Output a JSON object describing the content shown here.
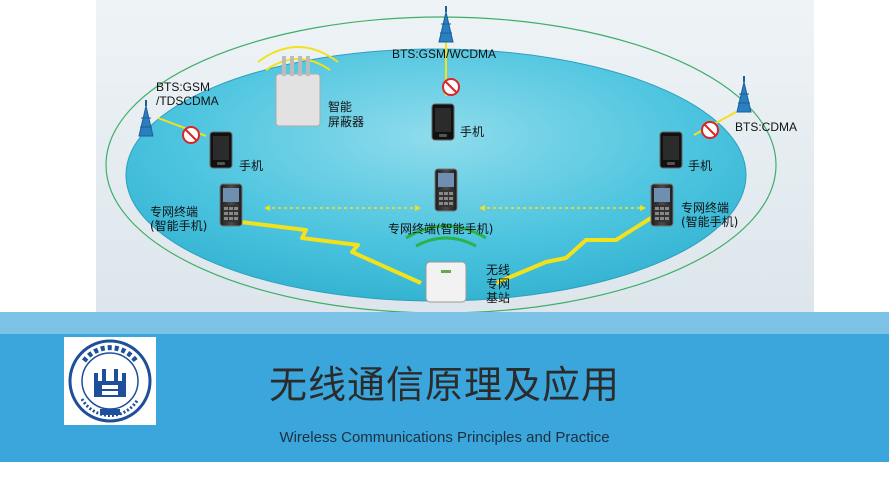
{
  "diagram": {
    "bts_gsm_tdscdma": "BTS:GSM",
    "bts_gsm_tdscdma_2": "/TDSCDMA",
    "bts_gsm_wcdma": "BTS:GSM/WCDMA",
    "bts_cdma": "BTS:CDMA",
    "jammer_line1": "智能",
    "jammer_line2": "屏蔽器",
    "phone_label": "手机",
    "private_terminal_line1": "专网终端",
    "private_terminal_line2": "(智能手机)",
    "private_terminal_center": "专网终端(智能手机)",
    "base_line1": "无线",
    "base_line2": "专网",
    "base_line3": "基站"
  },
  "banner": {
    "title": "无线通信原理及应用",
    "subtitle": "Wireless Communications Principles and Practice"
  },
  "logo": {
    "text": "长春理工大学 CHANGCHUN UNIVERSITY OF SCIENCE AND TECHNOLOGY 1958"
  },
  "colors": {
    "ellipse_fill": "#4cc4df",
    "stripe_main": "#3aa6dc",
    "stripe_light": "#7cc2e6",
    "lightning": "#f3e11c",
    "logo_blue": "#1d4f9b"
  }
}
